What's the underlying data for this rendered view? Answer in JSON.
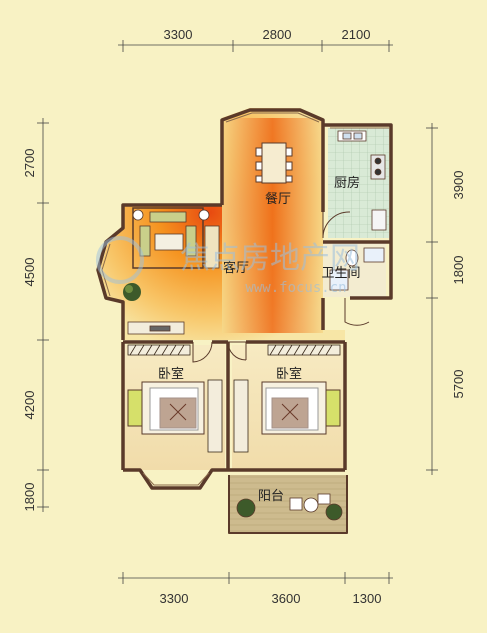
{
  "dimensions": {
    "top": [
      "3300",
      "2800",
      "2100"
    ],
    "bottom": [
      "3300",
      "3600",
      "1300"
    ],
    "left": [
      "2700",
      "4500",
      "4200",
      "1800"
    ],
    "right": [
      "3900",
      "1800",
      "5700"
    ]
  },
  "rooms": {
    "dining": "餐厅",
    "kitchen": "厨房",
    "living": "客厅",
    "bathroom": "卫生间",
    "bedroom_left": "卧室",
    "bedroom_right": "卧室",
    "balcony": "阳台"
  },
  "watermark": {
    "text": "焦点房地产网",
    "url": "www.focus.cn"
  },
  "colors": {
    "background": "#f8f2c4",
    "wall": "#5a3a2a",
    "floor_warm": "#f39a24",
    "kitchen_tile": "#cfe0cf",
    "dim_line": "#444444"
  }
}
